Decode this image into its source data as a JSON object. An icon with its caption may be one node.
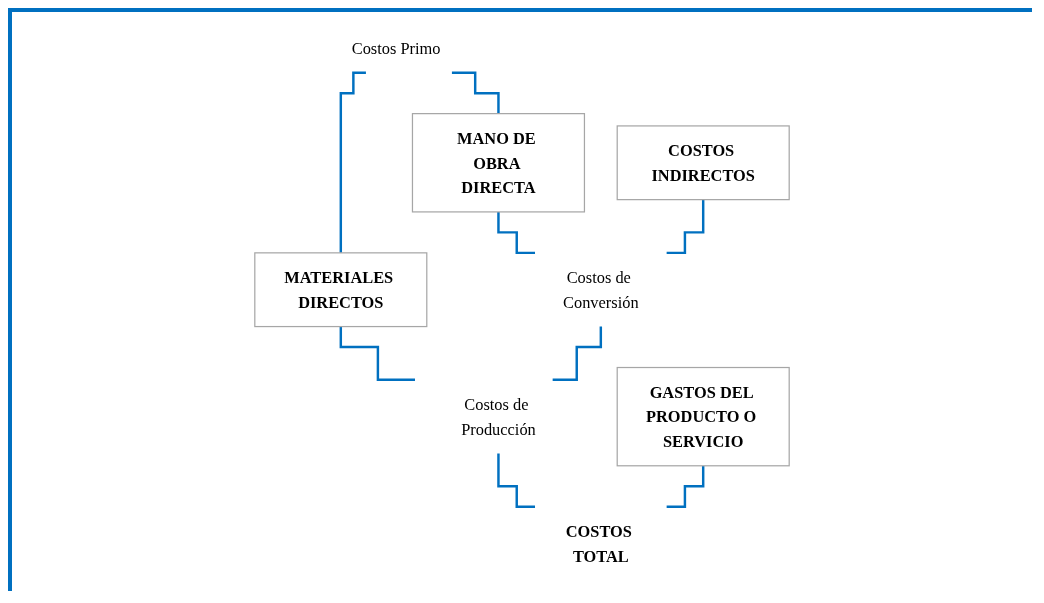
{
  "diagram": {
    "nodes": [
      {
        "text": [
          "Costos Primo"
        ]
      },
      {
        "text": [
          "MATERIALES DIRECTOS"
        ]
      },
      {
        "text": [
          "MANO DE OBRA DIRECTA"
        ]
      },
      {
        "text": [
          "COSTOS INDIRECTOS"
        ]
      },
      {
        "text": [
          "GASTOS DEL PRODUCTO O SERVICIO"
        ]
      },
      {
        "text": [
          "Costos de Conversión"
        ]
      },
      {
        "text": [
          "Costos de Producción"
        ]
      },
      {
        "text": [
          "COSTOS TOTAL"
        ]
      }
    ],
    "edges": [
      {
        "from": 0,
        "to": 1,
        "arrow": "none"
      },
      {
        "from": 0,
        "to": 2,
        "arrow": "none"
      },
      {
        "from": 2,
        "to": 5,
        "arrow": "none"
      },
      {
        "from": 3,
        "to": 5,
        "arrow": "none"
      },
      {
        "from": 1,
        "to": 6,
        "arrow": "none"
      },
      {
        "from": 5,
        "to": 6,
        "arrow": "none"
      },
      {
        "from": 6,
        "to": 7,
        "arrow": "none"
      },
      {
        "from": 4,
        "to": 7,
        "arrow": "none"
      }
    ]
  }
}
